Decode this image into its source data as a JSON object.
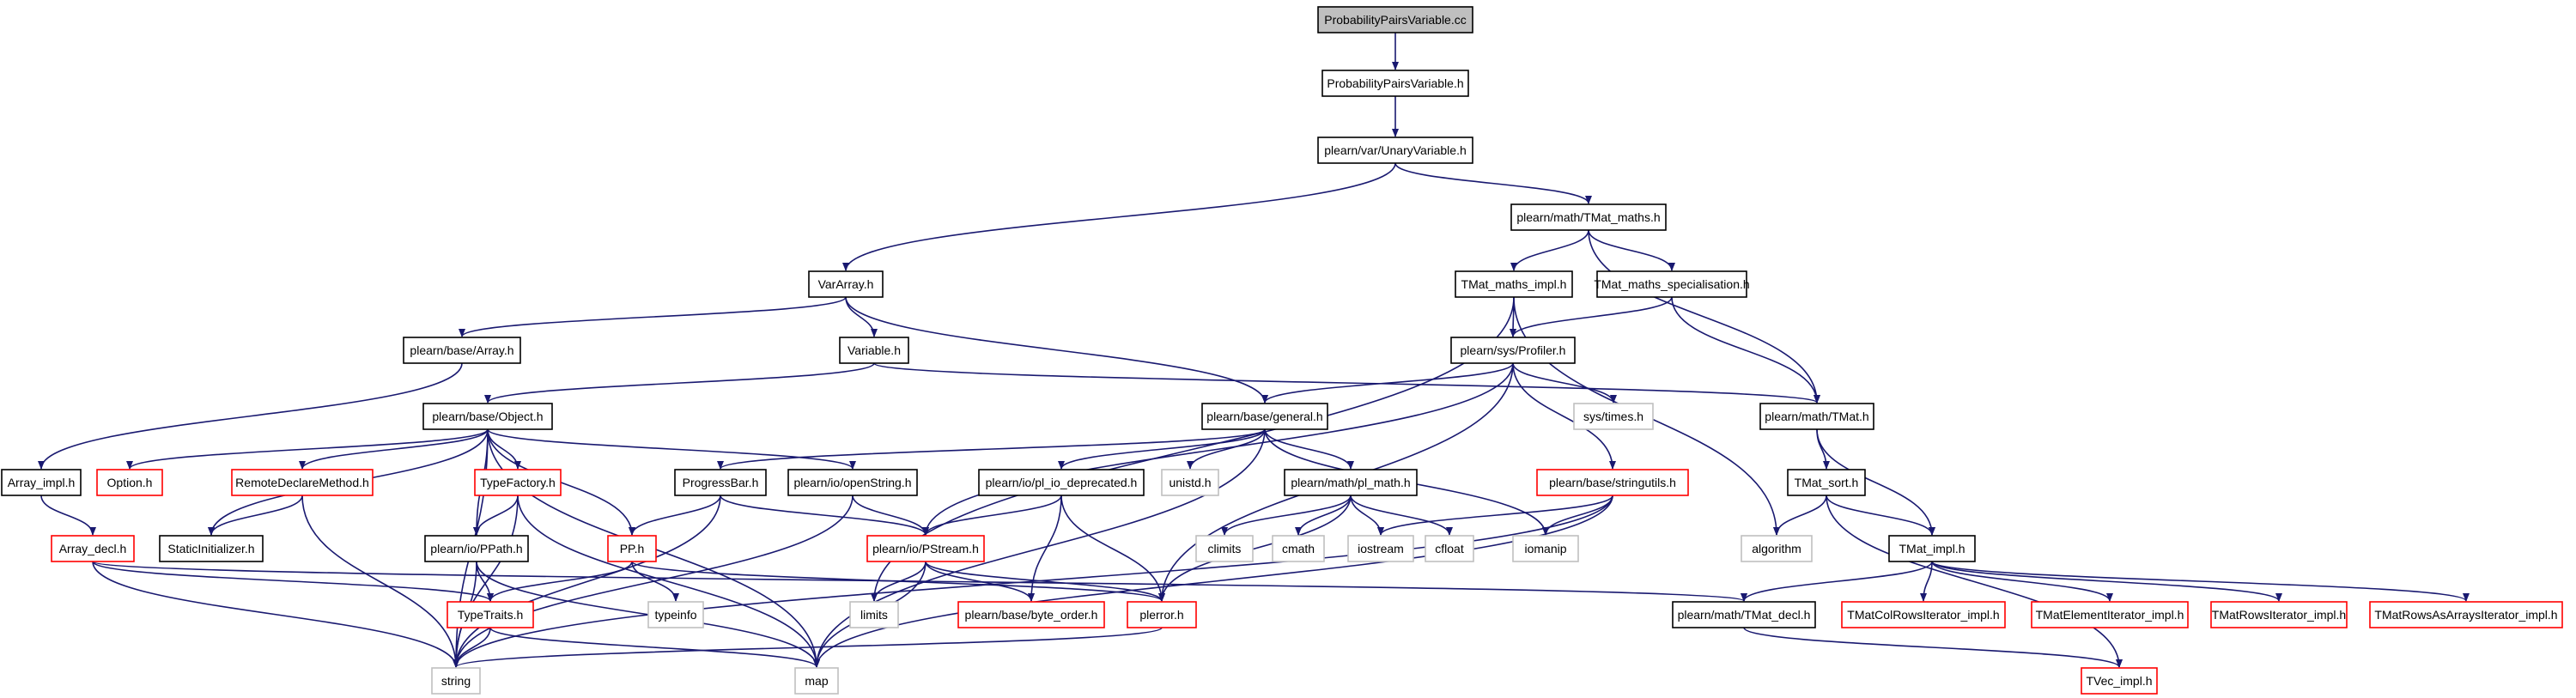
{
  "colors": {
    "edge": "#191970",
    "border_normal": "#000000",
    "border_truncated": "#ff0000",
    "border_external": "#bfbfbf",
    "fill_root": "#bfbfbf",
    "fill_normal": "#ffffff"
  },
  "nodes": [
    {
      "id": "root",
      "label": "ProbabilityPairsVariable.cc",
      "kind": "root"
    },
    {
      "id": "ppv_h",
      "label": "ProbabilityPairsVariable.h",
      "kind": "normal"
    },
    {
      "id": "unary",
      "label": "plearn/var/UnaryVariable.h",
      "kind": "normal"
    },
    {
      "id": "tmat_maths",
      "label": "plearn/math/TMat_maths.h",
      "kind": "normal"
    },
    {
      "id": "vararray",
      "label": "VarArray.h",
      "kind": "normal"
    },
    {
      "id": "tmat_maths_impl",
      "label": "TMat_maths_impl.h",
      "kind": "normal"
    },
    {
      "id": "tmat_maths_spec",
      "label": "TMat_maths_specialisation.h",
      "kind": "normal"
    },
    {
      "id": "base_array",
      "label": "plearn/base/Array.h",
      "kind": "normal"
    },
    {
      "id": "variable",
      "label": "Variable.h",
      "kind": "normal"
    },
    {
      "id": "profiler",
      "label": "plearn/sys/Profiler.h",
      "kind": "normal"
    },
    {
      "id": "object",
      "label": "plearn/base/Object.h",
      "kind": "normal"
    },
    {
      "id": "general",
      "label": "plearn/base/general.h",
      "kind": "normal"
    },
    {
      "id": "times",
      "label": "sys/times.h",
      "kind": "external"
    },
    {
      "id": "tmat",
      "label": "plearn/math/TMat.h",
      "kind": "normal"
    },
    {
      "id": "array_impl",
      "label": "Array_impl.h",
      "kind": "normal"
    },
    {
      "id": "option",
      "label": "Option.h",
      "kind": "truncated"
    },
    {
      "id": "remote",
      "label": "RemoteDeclareMethod.h",
      "kind": "truncated"
    },
    {
      "id": "typefactory",
      "label": "TypeFactory.h",
      "kind": "truncated"
    },
    {
      "id": "progressbar",
      "label": "ProgressBar.h",
      "kind": "normal"
    },
    {
      "id": "openstring",
      "label": "plearn/io/openString.h",
      "kind": "normal"
    },
    {
      "id": "pl_io_dep",
      "label": "plearn/io/pl_io_deprecated.h",
      "kind": "normal"
    },
    {
      "id": "unistd",
      "label": "unistd.h",
      "kind": "external"
    },
    {
      "id": "pl_math",
      "label": "plearn/math/pl_math.h",
      "kind": "normal"
    },
    {
      "id": "stringutils",
      "label": "plearn/base/stringutils.h",
      "kind": "truncated"
    },
    {
      "id": "tmat_sort",
      "label": "TMat_sort.h",
      "kind": "normal"
    },
    {
      "id": "array_decl",
      "label": "Array_decl.h",
      "kind": "truncated"
    },
    {
      "id": "staticinit",
      "label": "StaticInitializer.h",
      "kind": "normal"
    },
    {
      "id": "ppath",
      "label": "plearn/io/PPath.h",
      "kind": "normal"
    },
    {
      "id": "pp",
      "label": "PP.h",
      "kind": "truncated"
    },
    {
      "id": "pstream",
      "label": "plearn/io/PStream.h",
      "kind": "truncated"
    },
    {
      "id": "climits",
      "label": "climits",
      "kind": "external"
    },
    {
      "id": "cmath",
      "label": "cmath",
      "kind": "external"
    },
    {
      "id": "iostream",
      "label": "iostream",
      "kind": "external"
    },
    {
      "id": "cfloat",
      "label": "cfloat",
      "kind": "external"
    },
    {
      "id": "iomanip",
      "label": "iomanip",
      "kind": "external"
    },
    {
      "id": "algorithm",
      "label": "algorithm",
      "kind": "external"
    },
    {
      "id": "tmat_impl",
      "label": "TMat_impl.h",
      "kind": "normal"
    },
    {
      "id": "typetraits",
      "label": "TypeTraits.h",
      "kind": "truncated"
    },
    {
      "id": "typeinfo",
      "label": "typeinfo",
      "kind": "external"
    },
    {
      "id": "limits",
      "label": "limits",
      "kind": "external"
    },
    {
      "id": "byte_order",
      "label": "plearn/base/byte_order.h",
      "kind": "truncated"
    },
    {
      "id": "plerror",
      "label": "plerror.h",
      "kind": "truncated"
    },
    {
      "id": "tmat_decl",
      "label": "plearn/math/TMat_decl.h",
      "kind": "normal"
    },
    {
      "id": "colrows",
      "label": "TMatColRowsIterator_impl.h",
      "kind": "truncated"
    },
    {
      "id": "elemiter",
      "label": "TMatElementIterator_impl.h",
      "kind": "truncated"
    },
    {
      "id": "rowsiter",
      "label": "TMatRowsIterator_impl.h",
      "kind": "truncated"
    },
    {
      "id": "rowsasarrays",
      "label": "TMatRowsAsArraysIterator_impl.h",
      "kind": "truncated"
    },
    {
      "id": "string",
      "label": "string",
      "kind": "external"
    },
    {
      "id": "map",
      "label": "map",
      "kind": "external"
    },
    {
      "id": "tvec_impl",
      "label": "TVec_impl.h",
      "kind": "truncated"
    }
  ],
  "edges": [
    [
      "root",
      "ppv_h"
    ],
    [
      "ppv_h",
      "unary"
    ],
    [
      "unary",
      "vararray"
    ],
    [
      "unary",
      "tmat_maths"
    ],
    [
      "tmat_maths",
      "tmat_maths_impl"
    ],
    [
      "tmat_maths",
      "tmat_maths_spec"
    ],
    [
      "tmat_maths",
      "tmat"
    ],
    [
      "vararray",
      "base_array"
    ],
    [
      "vararray",
      "variable"
    ],
    [
      "vararray",
      "general"
    ],
    [
      "tmat_maths_impl",
      "profiler"
    ],
    [
      "tmat_maths_impl",
      "algorithm"
    ],
    [
      "tmat_maths_impl",
      "limits"
    ],
    [
      "tmat_maths_spec",
      "profiler"
    ],
    [
      "tmat_maths_spec",
      "tmat"
    ],
    [
      "base_array",
      "array_impl"
    ],
    [
      "variable",
      "object"
    ],
    [
      "variable",
      "tmat"
    ],
    [
      "profiler",
      "general"
    ],
    [
      "profiler",
      "times"
    ],
    [
      "profiler",
      "stringutils"
    ],
    [
      "profiler",
      "pstream"
    ],
    [
      "profiler",
      "plerror"
    ],
    [
      "object",
      "option"
    ],
    [
      "object",
      "remote"
    ],
    [
      "object",
      "staticinit"
    ],
    [
      "object",
      "typefactory"
    ],
    [
      "object",
      "ppath"
    ],
    [
      "object",
      "pp"
    ],
    [
      "object",
      "openstring"
    ],
    [
      "object",
      "string"
    ],
    [
      "object",
      "map"
    ],
    [
      "general",
      "progressbar"
    ],
    [
      "general",
      "pl_io_dep"
    ],
    [
      "general",
      "unistd"
    ],
    [
      "general",
      "pl_math"
    ],
    [
      "general",
      "iomanip"
    ],
    [
      "general",
      "map"
    ],
    [
      "tmat",
      "tmat_sort"
    ],
    [
      "tmat",
      "tmat_impl"
    ],
    [
      "array_impl",
      "array_decl"
    ],
    [
      "remote",
      "staticinit"
    ],
    [
      "remote",
      "string"
    ],
    [
      "typefactory",
      "ppath"
    ],
    [
      "typefactory",
      "string"
    ],
    [
      "typefactory",
      "map"
    ],
    [
      "progressbar",
      "pp"
    ],
    [
      "progressbar",
      "pstream"
    ],
    [
      "progressbar",
      "string"
    ],
    [
      "openstring",
      "pstream"
    ],
    [
      "openstring",
      "string"
    ],
    [
      "pl_io_dep",
      "pstream"
    ],
    [
      "pl_io_dep",
      "byte_order"
    ],
    [
      "pl_io_dep",
      "plerror"
    ],
    [
      "pl_math",
      "climits"
    ],
    [
      "pl_math",
      "cmath"
    ],
    [
      "pl_math",
      "iostream"
    ],
    [
      "pl_math",
      "cfloat"
    ],
    [
      "pl_math",
      "plerror"
    ],
    [
      "stringutils",
      "iostream"
    ],
    [
      "stringutils",
      "iomanip"
    ],
    [
      "stringutils",
      "string"
    ],
    [
      "stringutils",
      "map"
    ],
    [
      "tmat_sort",
      "algorithm"
    ],
    [
      "tmat_sort",
      "tmat_impl"
    ],
    [
      "tmat_sort",
      "tvec_impl"
    ],
    [
      "array_decl",
      "typetraits"
    ],
    [
      "array_decl",
      "tmat_decl"
    ],
    [
      "array_decl",
      "string"
    ],
    [
      "ppath",
      "typetraits"
    ],
    [
      "ppath",
      "string"
    ],
    [
      "ppath",
      "map"
    ],
    [
      "pp",
      "typeinfo"
    ],
    [
      "pp",
      "typetraits"
    ],
    [
      "pp",
      "plerror"
    ],
    [
      "pstream",
      "limits"
    ],
    [
      "pstream",
      "byte_order"
    ],
    [
      "pstream",
      "plerror"
    ],
    [
      "pstream",
      "map"
    ],
    [
      "tmat_impl",
      "tmat_decl"
    ],
    [
      "tmat_impl",
      "colrows"
    ],
    [
      "tmat_impl",
      "elemiter"
    ],
    [
      "tmat_impl",
      "rowsiter"
    ],
    [
      "tmat_impl",
      "rowsasarrays"
    ],
    [
      "typetraits",
      "string"
    ],
    [
      "typetraits",
      "map"
    ],
    [
      "plerror",
      "string"
    ],
    [
      "tmat_decl",
      "tvec_impl"
    ]
  ]
}
